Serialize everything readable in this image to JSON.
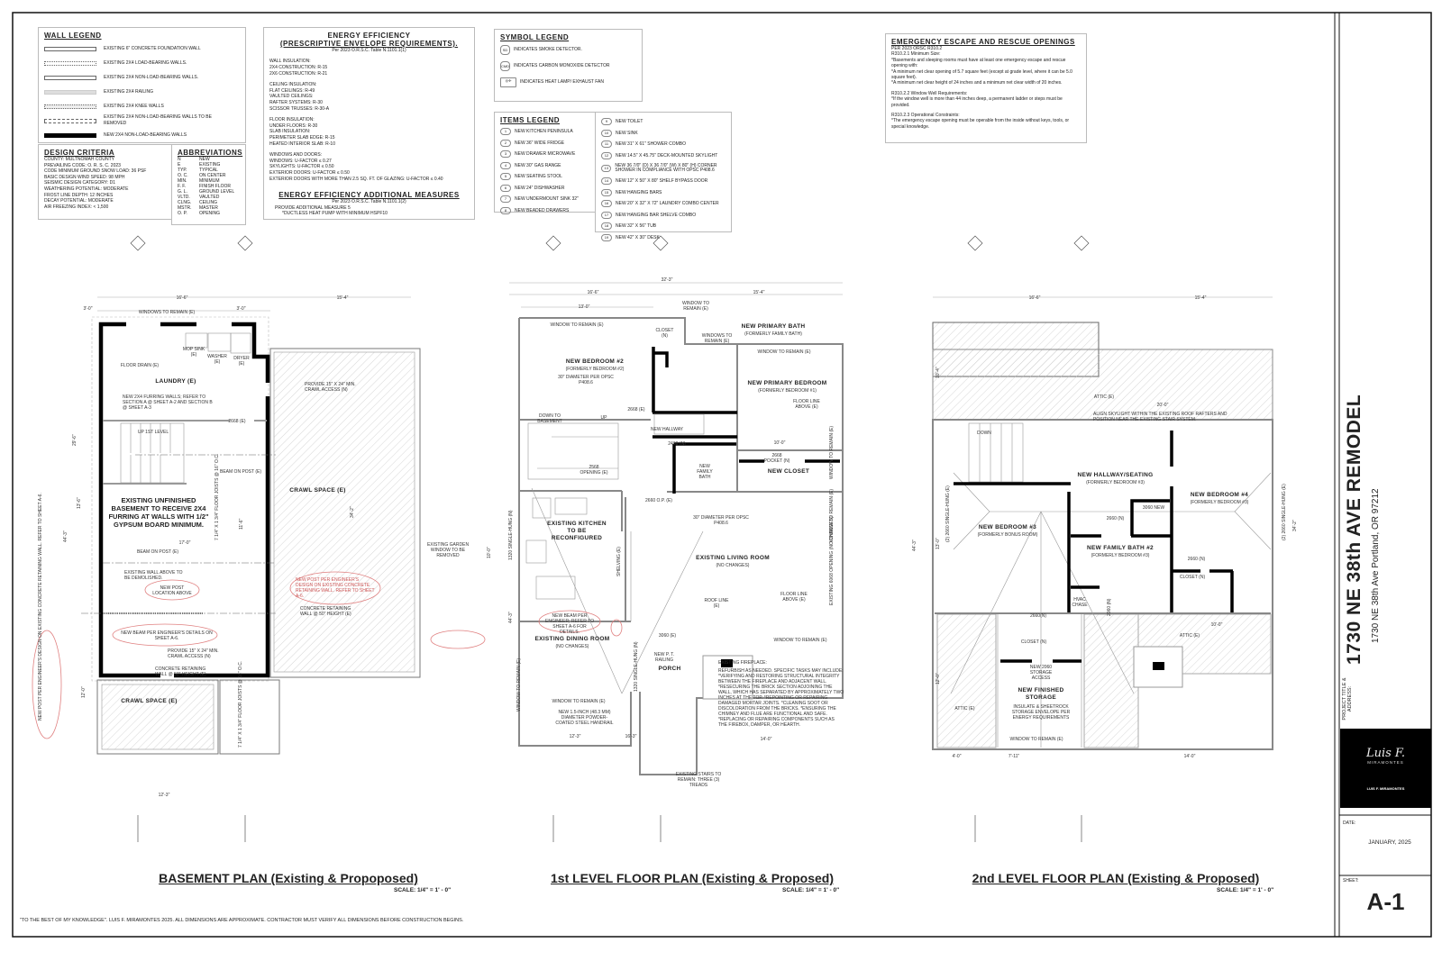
{
  "wall_legend": {
    "title": "WALL LEGEND",
    "items": [
      "EXISTING 6\" CONCRETE FOUNDATION WALL",
      "EXISTING 2x4 LOAD-BEARING WALLS.",
      "EXISTING 2x4 NON-LOAD-BEARING WALLS.",
      "EXISTING 2x4 RAILING",
      "EXISTING 2x4 KNEE WALLS",
      "EXISTING 2x4 NON-LOAD-BEARING WALLS TO BE REMOVED",
      "NEW 2x4 NON-LOAD-BEARING WALLS"
    ]
  },
  "design_criteria": {
    "title": "DESIGN CRITERIA",
    "lines": [
      "COUNTY: MULTNOMAH COUNTY",
      "PREVAILING CODE: O. R. S. C. 2023",
      "CODE MINIMUM GROUND SNOW LOAD: 36 PSF",
      "BASIC DESIGN WIND SPEED: 98 MPH",
      "SEISMIC DESIGN CATEGORY: D1",
      "WEATHERING POTENTIAL: MODERATE",
      "FROST LINE DEPTH: 12 INCHES",
      "DECAY POTENTIAL: MODERATE",
      "AIR FREEZING INDEX: < 1,500"
    ]
  },
  "abbreviations": {
    "title": "ABBREVIATIONS",
    "items": [
      [
        "N",
        "NEW"
      ],
      [
        "E",
        "EXISTING"
      ],
      [
        "TYP.",
        "TYPICAL"
      ],
      [
        "O. C.",
        "ON CENTER"
      ],
      [
        "MIN.",
        "MINIMUM"
      ],
      [
        "F. F.",
        "FINISH FLOOR"
      ],
      [
        "G. L.",
        "GROUND LEVEL"
      ],
      [
        "VLTD.",
        "VAULTED"
      ],
      [
        "CLNG.",
        "CEILING"
      ],
      [
        "MSTR.",
        "MASTER"
      ],
      [
        "O. P.",
        "OPENING"
      ]
    ]
  },
  "energy_efficiency": {
    "title_1": "ENERGY EFFICIENCY",
    "title_2": "(PRESCRIPTIVE ENVELOPE REQUIREMENTS).",
    "reference": "Per 2023 O.R.S.C. Table N.1101.1(1)",
    "groups": [
      [
        "WALL INSULATION:",
        "2X4 CONSTRUCTION: R-15",
        "2X6 CONSTRUCTION: R-21"
      ],
      [
        "CEILING INSULATION:",
        "FLAT CEILINGS: R-49",
        "VAULTED CEILINGS:",
        "RAFTER SYSTEMS: R-30",
        "SCISSOR TRUSSES: R-30-A"
      ],
      [
        "FLOOR INSULATION:",
        "UNDER FLOORS: R-30",
        "SLAB INSULATION:",
        "PERIMETER SLAB EDGE: R-15",
        "HEATED INTERIOR SLAB: R-10"
      ],
      [
        "WINDOWS AND DOORS:",
        "WINDOWS: U-FACTOR ≤ 0.27",
        "SKYLIGHTS: U-FACTOR ≤ 0.50",
        "EXTERIOR DOORS: U-FACTOR ≤ 0.50",
        "EXTERIOR DOORS WITH MORE THAN 2.5 SQ. FT. OF GLAZING: U-FACTOR ≤ 0.40"
      ]
    ],
    "additional_title": "ENERGY EFFICIENCY ADDITIONAL MEASURES",
    "additional_reference": "Per 2023 O.R.S.C. Table N.1101.1(2)",
    "additional_lines": [
      "PROVIDE ADDITIONAL MEASURE 5",
      "*DUCTLESS HEAT PUMP WITH MINIMUM HSPF10"
    ]
  },
  "symbol_legend": {
    "title": "SYMBOL LEGEND",
    "items": [
      {
        "symbol": "SD",
        "text": "INDICATES SMOKE DETECTOR."
      },
      {
        "symbol": "CMD",
        "text": "INDICATES CARBON MONOXIDE DETECTOR"
      },
      {
        "symbol": "",
        "text": "INDICATES HEAT LAMP/ EXHAUST FAN"
      }
    ]
  },
  "items_legend": {
    "title": "ITEMS LEGEND",
    "items": [
      {
        "n": "1",
        "text": "NEW KITCHEN PENINSULA"
      },
      {
        "n": "2",
        "text": "NEW 36\" WIDE FRIDGE"
      },
      {
        "n": "3",
        "text": "NEW DRAWER MICROWAVE"
      },
      {
        "n": "4",
        "text": "NEW 30\" GAS RANGE"
      },
      {
        "n": "5",
        "text": "NEW SEATING STOOL"
      },
      {
        "n": "6",
        "text": "NEW 24\" DISHWASHER"
      },
      {
        "n": "7",
        "text": "NEW UNDERMOUNT SINK 32\""
      },
      {
        "n": "8",
        "text": "NEW BEADED DRAWERS"
      },
      {
        "n": "9",
        "text": "NEW TOILET"
      },
      {
        "n": "10",
        "text": "NEW SINK"
      },
      {
        "n": "11",
        "text": "NEW 31\" x 61\" SHOWER COMBO"
      },
      {
        "n": "12",
        "text": "NEW 14.5\" X 45.75\" DECK-MOUNTED SKYLIGHT"
      },
      {
        "n": "13",
        "text": "NEW 36 7/0\" (D) x 36 7/0\" (W) x 80\" (H) CORNER SHOWER IN COMPLIANCE WITH OPSC P408.6"
      },
      {
        "n": "14",
        "text": "NEW 12\" x 50\" x 80\" SHELF BYPASS DOOR"
      },
      {
        "n": "15",
        "text": "NEW HANGING BARS"
      },
      {
        "n": "16",
        "text": "NEW 20\" x 32\" x 72\" LAUNDRY COMBO CENTER"
      },
      {
        "n": "17",
        "text": "NEW HANGING BAR SHELVE COMBO"
      },
      {
        "n": "18",
        "text": "NEW 32\" x 56\" TUB"
      },
      {
        "n": "19",
        "text": "NEW 42\" x 30\" DESK"
      }
    ]
  },
  "emergency_escape": {
    "title": "EMERGENCY ESCAPE AND RESCUE OPENINGS",
    "lines": [
      "PER 2023 ORSC R310.2",
      "R310.2.1 Minimum Size:",
      "*Basements and sleeping rooms must have at least one emergency escape and rescue opening with:",
      "*A minimum net clear opening of 5.7 square feet (except at grade level, where it can be 5.0 square feet).",
      "*A minimum net clear height of 24 inches and a minimum net clear width of 20 inches.",
      "",
      "R310.2.2 Window Well Requirements:",
      "*If the window well is more than 44 inches deep, a permanent ladder or steps must be provided.",
      "",
      "R310.2.3 Operational Constraints:",
      "*The emergency escape opening must be operable from the inside without keys, tools, or special knowledge."
    ]
  },
  "plans": [
    {
      "title": "BASEMENT PLAN (Existing & Propoposed)",
      "scale": "SCALE: 1/4\" = 1' - 0\"",
      "labels": [
        "16'-6\"",
        "15'-4\"",
        "WINDOWS TO REMAIN (E)",
        "MOP SINK (E)",
        "WASHER (E)",
        "DRYER (E)",
        "FLOOR DRAIN (E)",
        "LAUNDRY (E)",
        "NEW 2X4 FURRING WALLS; REFER TO SECTION A @ SHEET A-2 and SECTION B @ SHEET A-3",
        "2668 (E)",
        "UP 1st LEVEL",
        "BEAM ON POST (E)",
        "CRAWL SPACE (E)",
        "EXISTING UNFINISHED BASEMENT TO RECEIVE 2X4 FURRING AT WALLS WITH 1/2\" GYPSUM BOARD MINIMUM.",
        "17'-0\"",
        "BEAM ON POST (E)",
        "EXISTING WALL ABOVE TO BE DEMOLISHED.",
        "NEW POST LOCATION ABOVE",
        "NEW POST PER ENGINEER'S DESIGN ON EXISTING CONCRETE RETAINING WALL. REFER TO SHEET A-6.",
        "CONCRETE RETAINING WALL @ 50\" HEIGHT (E)",
        "NEW BEAM PER ENGINEER'S DETAILS ON SHEET A-6.",
        "PROVIDE 15\" x 24\" MIN. CRAWL ACCESS (N)",
        "PROVIDE 15\" x 24\" MIN. CRAWL ACCESS (N)",
        "CONCRETE RETAINING WALL @ 50\" HEIGHT (E)",
        "CRAWL SPACE (E)",
        "NEW POST PER ENGINEER'S DESIGN ON EXISTING CONCRETE RETAINING WALL. REFER TO SHEET A-6.",
        "7 1/4\" x 1 3/4\" FLOOR JOISTS @ 16\" O.C.",
        "7 1/4\" x 1 3/4\" FLOOR JOISTS @ 16\" O.C.",
        "29'-6\"",
        "44'-3\"",
        "13'-6\"",
        "12'-0\"",
        "12'-3\"",
        "34'-2\"",
        "11'-6\"",
        "3'-0\"",
        "3'-0\""
      ]
    },
    {
      "title": "1st LEVEL FLOOR PLAN (Existing & Proposed)",
      "scale": "SCALE: 1/4\" = 1' - 0\"",
      "labels": [
        "32'-3\"",
        "16'-6\"",
        "15'-4\"",
        "13'-0\"",
        "WINDOW TO REMAIN (E)",
        "WINDOW TO REMAIN (E)",
        "CLOSET (N)",
        "WINDOWS TO REMAIN (E)",
        "NEW PRIMARY BATH",
        "(FORMERLY FAMILY BATH)",
        "WINDOW TO REMAIN (E)",
        "NEW BEDROOM #2",
        "(FORMERLY BEDROOM #2)",
        "30\" DIAMETER PER OPSC P408.6",
        "NEW PRIMARY BEDROOM",
        "(FORMERLY BEDROOM #1)",
        "FLOOR LINE ABOVE (E)",
        "2668 (E)",
        "DOWN TO BASEMENT",
        "UP",
        "NEW HALLWAY",
        "2468 (N)",
        "NEW FAMILY BATH",
        "2668 POCKET (N)",
        "NEW CLOSET",
        "2568 OPENING (E)",
        "2660 O.P. (E)",
        "30\" DIAMETER PER OPSC P408.6",
        "EXISTING KITCHEN TO BE RECONFIGURED",
        "SHELVING (E)",
        "EXISTING GARDEN WINDOW TO BE REMOVED",
        "EXISTING LIVING ROOM",
        "(NO CHANGES)",
        "FLOOR LINE ABOVE (E)",
        "ROOF LINE (E)",
        "NEW BEAM PER ENGINEER; REFER TO SHEET A-6 FOR DETAILS.",
        "EXISTING DINING ROOM",
        "(NO CHANGES)",
        "3060 (E)",
        "WINDOW TO REMAIN (E)",
        "NEW P. T. RAILING",
        "PORCH",
        "EXISTING FIREPLACE:",
        "REFURBISH AS NEEDED. SPECIFIC TASKS MAY INCLUDE: *VERIFYING AND RESTORING STRUCTURAL INTEGRITY BETWEEN THE FIREPLACE AND ADJACENT WALL. *RESECURING THE BRICK SECTION ADJOINING THE WALL, WHICH HAS SEPARATED BY APPROXIMATELY TWO INCHES AT THE TOP. *REPOINTING OR REPAIRING DAMAGED MORTAR JOINTS. *CLEANING SOOT OR DISCOLORATION FROM THE BRICKS. *ENSURING THE CHIMNEY AND FLUE ARE FUNCTIONAL AND SAFE. *REPLACING OR REPAIRING COMPONENTS SUCH AS THE FIREBOX, DAMPER, OR HEARTH.",
        "WINDOW TO REMAIN (E)",
        "NEW 1.5-INCH (48.3 MM) DIAMETER POWDER-COATED STEEL HANDRAIL",
        "12'-3\"",
        "16'-3\"",
        "14'-0\"",
        "EXISTING STAIRS TO REMAIN: THREE (3) TREADS",
        "WINDOW TO REMAIN (E)",
        "WINDOW TO REMAIN (E)",
        "WINDOW TO REMAIN (E)",
        "EXISTING 6068 OPENING (NO CHANGES)",
        "1320 SINGLE-HUNG (N)",
        "1320 SINGLE-HUNG (N)",
        "44'-3\"",
        "10'-0\"",
        "10'-0\""
      ]
    },
    {
      "title": "2nd LEVEL FLOOR PLAN (Existing & Proposed)",
      "scale": "SCALE: 1/4\" = 1' - 0\"",
      "labels": [
        "16'-6\"",
        "15'-4\"",
        "ATTIC (E)",
        "20'-0\"",
        "ALIGN SKYLIGHT WITHIN THE EXISTING ROOF RAFTERS AND POSITION NEAR THE EXISTING STAIR SYSTEM.",
        "DOWN",
        "NEW HALLWAY/SEATING",
        "(FORMERLY BEDROOM #3)",
        "NEW BEDROOM #4",
        "(FORMERLY BEDROOM #3)",
        "3060 NEW",
        "2660 (N)",
        "NEW BEDROOM #3",
        "(FORMERLY BONUS ROOM)",
        "NEW FAMILY BATH #2",
        "(FORMERLY BEDROOM #3)",
        "2660 (N)",
        "CLOSET (N)",
        "HVAC CHASE",
        "2660(N)",
        "ATTIC (E)",
        "CLOSET (N)",
        "NEW 2060 STORAGE ACCESS",
        "NEW FINISHED STORAGE",
        "INSULATE & SHEETROCK STORAGE ENVELOPE PER ENERGY REQUIREMENTS",
        "ATTIC (E)",
        "WINDOW TO REMAIN (E)",
        "(2) 2660 SINGLE-HUNG (E)",
        "(2) 2660 SINGLE-HUNG (E)",
        "44'-3\"",
        "13'-0\"",
        "12'-0\"",
        "10'-4\"",
        "34'-2\"",
        "4'-0\"",
        "7'-11\"",
        "14'-0\"",
        "10'-0\"",
        "2060 (N)"
      ]
    }
  ],
  "footer_note": "\"TO THE BEST OF MY KNOWLEDGE\". LUIS F. MIRAMONTES 2025. ALL DIMENSIONS ARE APPROXIMATE. CONTRACTOR MUST VERIFY ALL DIMENSIONS BEFORE CONSTRUCTION BEGINS.",
  "title_block": {
    "project_title": "1730 NE 38th AVE REMODEL",
    "address": "1730 NE 38th Ave Portland, OR 97212",
    "project_label": "PROJECT TITLE & ADDRESS:",
    "logo_script": "Luis F.",
    "logo_name": "MIRAMONTES",
    "designer": "LUIS F. MIRAMONTES",
    "date_label": "DATE:",
    "date": "JANUARY, 2025",
    "sheet_label": "SHEET:",
    "sheet": "A-1"
  },
  "colors": {
    "ink": "#111111",
    "linework": "#888888",
    "hatch": "#bbbbbb",
    "revision_cloud": "#e08080",
    "logo_bg": "#000000",
    "logo_gold": "#c9a24a"
  }
}
